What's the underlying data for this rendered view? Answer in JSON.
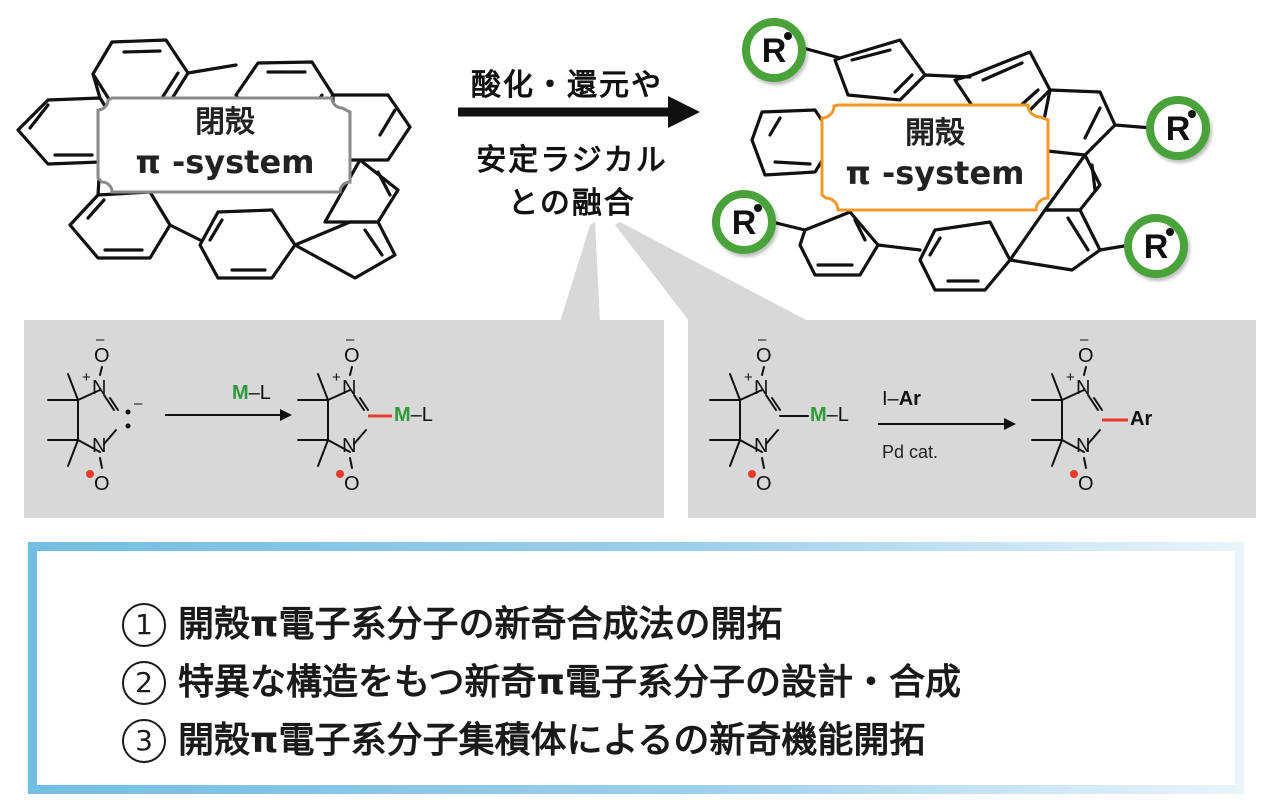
{
  "left_molecule": {
    "label_line1": "閉殻",
    "label_line2": "π -system",
    "frame_color": "#8a8a8a"
  },
  "reaction_arrow": {
    "above_text": "酸化・還元や",
    "below_line1": "安定ラジカル",
    "below_line2": "との融合"
  },
  "right_molecule": {
    "label_line1": "開殻",
    "label_line2": "π -system",
    "frame_color": "#f0992a",
    "substituent_label": "R",
    "substituent_color": "#4aa33a",
    "substituent_count": 4
  },
  "scheme_left": {
    "reagent_pre": "M",
    "reagent_post": "–L",
    "product_suffix_metal": "M",
    "product_suffix_ligand": "–L",
    "atoms": {
      "nitrogen": "N",
      "oxygen": "O",
      "plus": "+",
      "minus": "–"
    }
  },
  "scheme_right": {
    "start_suffix_metal": "M",
    "start_suffix_ligand": "–L",
    "reagent_top_prefix": "I–",
    "reagent_top_bold": "Ar",
    "reagent_bottom": "Pd cat.",
    "product_suffix": "Ar"
  },
  "colors": {
    "metal_green": "#2e9a3a",
    "new_bond_red": "#e8392b",
    "radical_red": "#e8392b",
    "panel_gray": "#d8d8d8",
    "goal_border_blue": "#74bde2"
  },
  "goals": [
    {
      "num": "1",
      "text": "開殻π電子系分子の新奇合成法の開拓"
    },
    {
      "num": "2",
      "text": "特異な構造をもつ新奇π電子系分子の設計・合成"
    },
    {
      "num": "3",
      "text": "開殻π電子系分子集積体によるの新奇機能開拓"
    }
  ]
}
